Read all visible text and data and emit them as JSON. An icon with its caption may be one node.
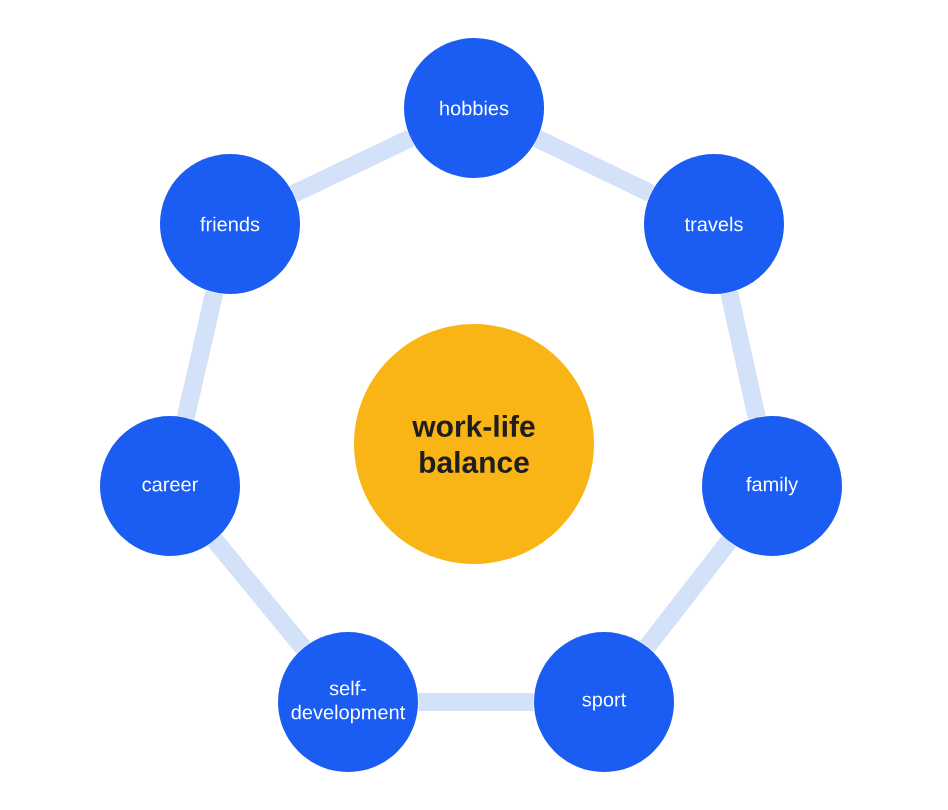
{
  "diagram": {
    "nodes": [
      {
        "text": [
          "work-life balance"
        ]
      },
      {
        "text": [
          "hobbies"
        ]
      },
      {
        "text": [
          "travels"
        ]
      },
      {
        "text": [
          "family"
        ]
      },
      {
        "text": [
          "sport"
        ]
      },
      {
        "text": [
          "self-development"
        ]
      },
      {
        "text": [
          "career"
        ]
      },
      {
        "text": [
          "friends"
        ]
      }
    ],
    "edges": [
      {
        "from": 1,
        "to": 2,
        "arrow": "none"
      },
      {
        "from": 2,
        "to": 3,
        "arrow": "none"
      },
      {
        "from": 3,
        "to": 4,
        "arrow": "none"
      },
      {
        "from": 4,
        "to": 5,
        "arrow": "none"
      },
      {
        "from": 5,
        "to": 6,
        "arrow": "none"
      },
      {
        "from": 6,
        "to": 7,
        "arrow": "none"
      },
      {
        "from": 7,
        "to": 1,
        "arrow": "none"
      }
    ]
  }
}
